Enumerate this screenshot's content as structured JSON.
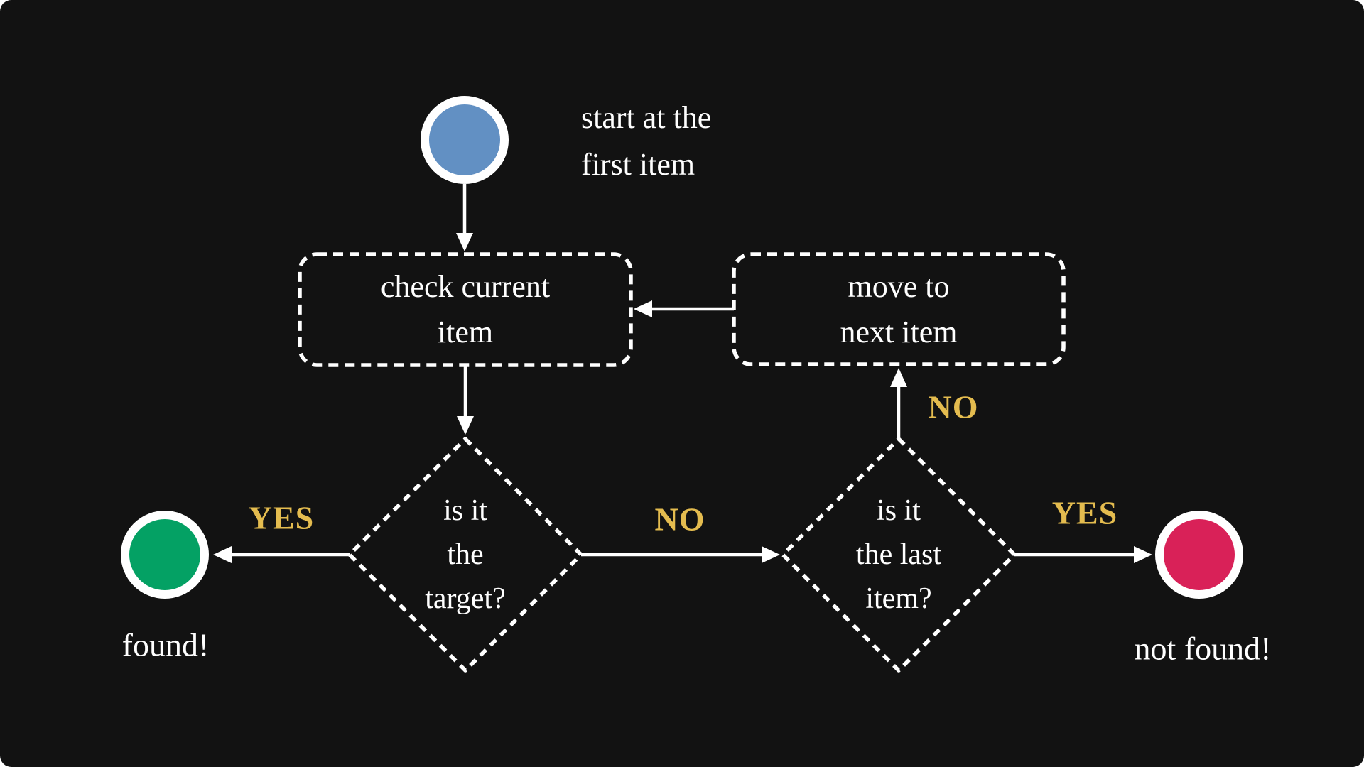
{
  "colors": {
    "background": "#121212",
    "stroke_white": "#ffffff",
    "label_gold": "#E4BC4F",
    "start_blue": "#6290C3",
    "found_green": "#04A164",
    "not_found_red": "#D92158"
  },
  "diagram": {
    "type": "flowchart",
    "subject": "linear search",
    "nodes": {
      "start": {
        "shape": "circle",
        "fill": "#6290C3",
        "caption_line1": "start at the",
        "caption_line2": "first item"
      },
      "check": {
        "shape": "dashed-rounded-rect",
        "line1": "check current",
        "line2": "item"
      },
      "move": {
        "shape": "dashed-rounded-rect",
        "line1": "move to",
        "line2": "next item"
      },
      "target_decision": {
        "shape": "dashed-diamond",
        "line1": "is it",
        "line2": "the",
        "line3": "target?"
      },
      "last_item_decision": {
        "shape": "dashed-diamond",
        "line1": "is it",
        "line2": "the last",
        "line3": "item?"
      },
      "found": {
        "shape": "circle",
        "fill": "#04A164",
        "caption": "found!"
      },
      "not_found": {
        "shape": "circle",
        "fill": "#D92158",
        "caption": "not found!"
      }
    },
    "edges": {
      "start_to_check": {
        "label": ""
      },
      "move_to_check": {
        "label": ""
      },
      "check_to_target": {
        "label": ""
      },
      "target_to_found": {
        "label": "YES"
      },
      "target_to_last": {
        "label": "NO"
      },
      "last_to_move": {
        "label": "NO"
      },
      "last_to_not_found": {
        "label": "YES"
      }
    }
  }
}
